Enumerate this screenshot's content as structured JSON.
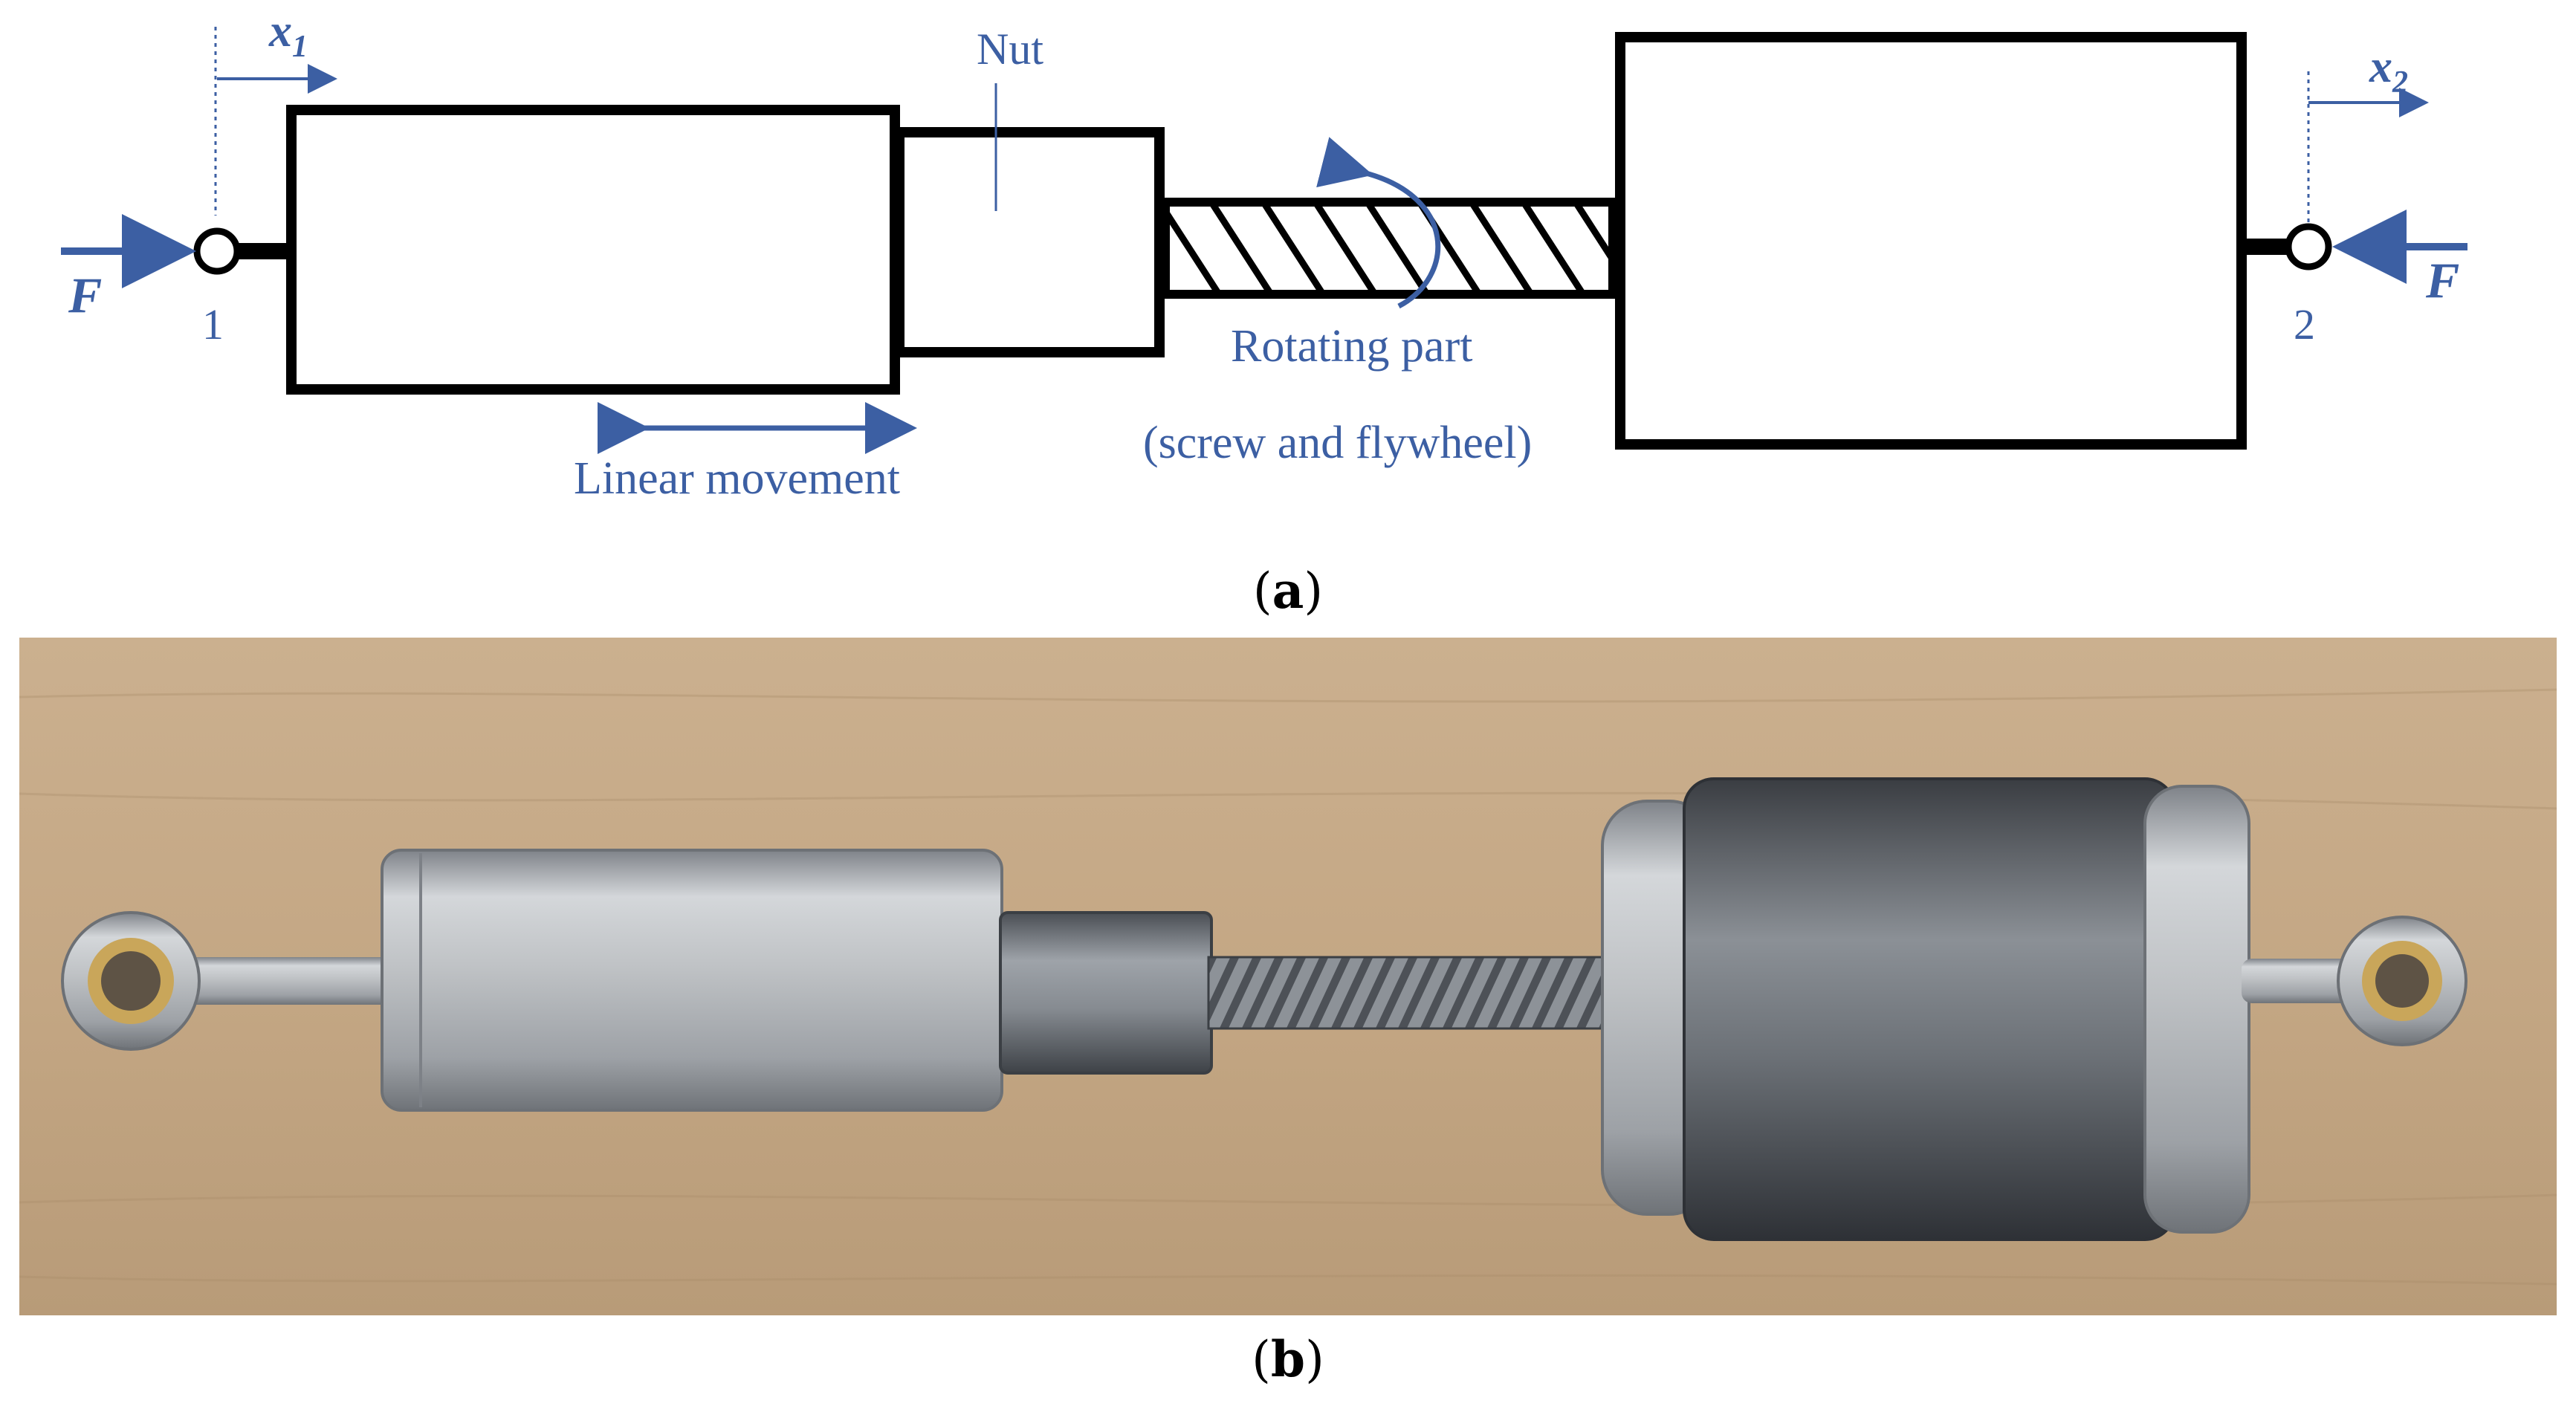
{
  "diagram": {
    "labels": {
      "x1_base": "x",
      "x1_sub": "1",
      "x2_base": "x",
      "x2_sub": "2",
      "nut": "Nut",
      "force_left": "F",
      "force_right": "F",
      "node_left": "1",
      "node_right": "2",
      "rotating_part": "Rotating part",
      "rotating_part_detail": "(screw and flywheel)",
      "linear_movement": "Linear movement"
    },
    "colors": {
      "annotation_blue": "#3c5fa3",
      "outline": "#000000"
    }
  },
  "captions": {
    "a_letter": "a",
    "b_letter": "b"
  },
  "photo": {
    "description_icon": "inerter-device-photo"
  }
}
